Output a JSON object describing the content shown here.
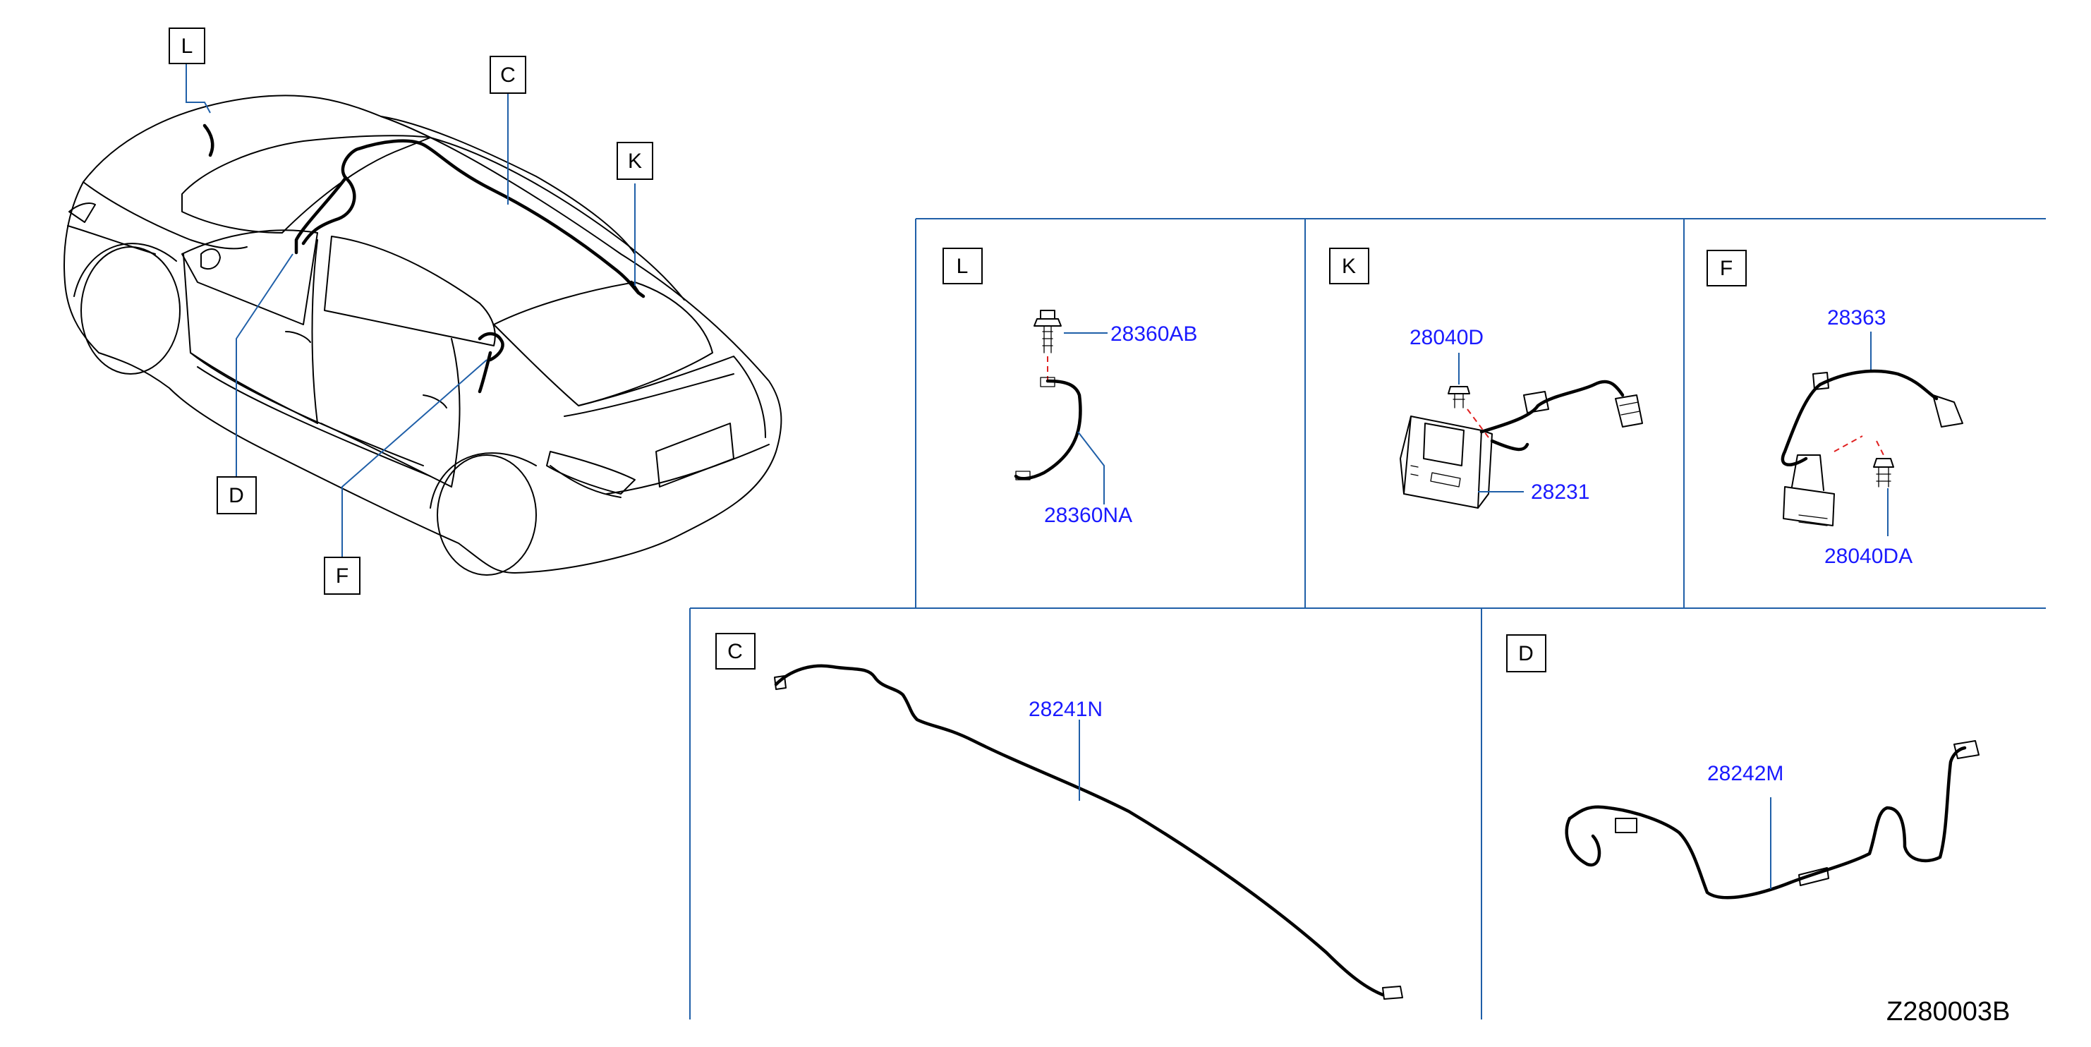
{
  "car_callouts": [
    "L",
    "C",
    "K",
    "D",
    "F"
  ],
  "panels": {
    "L": {
      "label": "L",
      "parts": [
        "28360AB",
        "28360NA"
      ]
    },
    "K": {
      "label": "K",
      "parts": [
        "28040D",
        "28231"
      ]
    },
    "F": {
      "label": "F",
      "parts": [
        "28363",
        "28040DA"
      ]
    },
    "C": {
      "label": "C",
      "parts": [
        "28241N"
      ]
    },
    "D": {
      "label": "D",
      "parts": [
        "28242M"
      ]
    }
  },
  "reference_code": "Z280003B"
}
